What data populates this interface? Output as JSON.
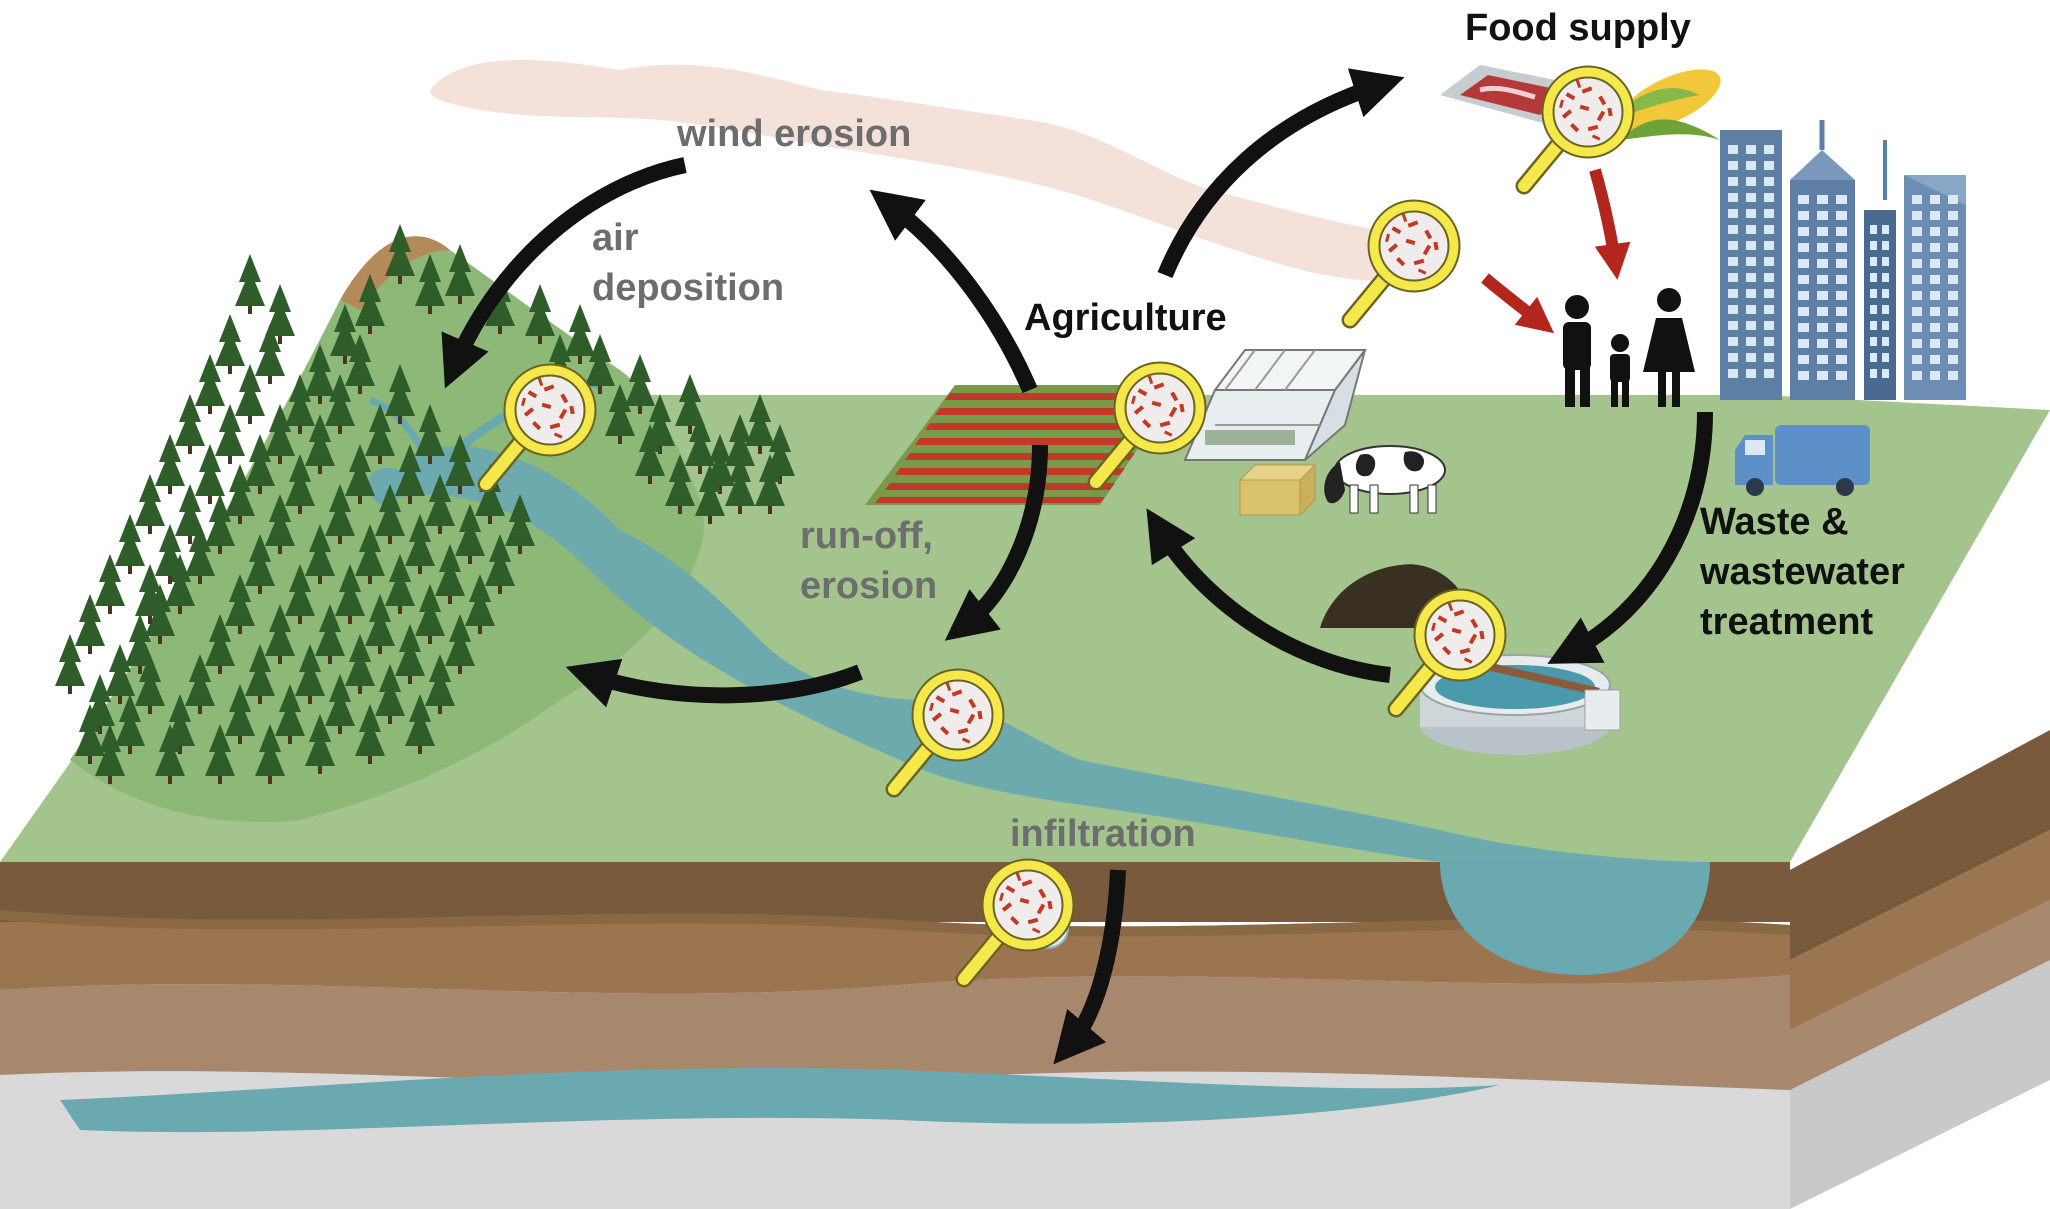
{
  "labels": {
    "food_supply": "Food supply",
    "wind_erosion": "wind erosion",
    "air_deposition_line1": "air",
    "air_deposition_line2": "deposition",
    "agriculture": "Agriculture",
    "runoff_line1": "run-off,",
    "runoff_line2": "erosion",
    "waste_line1": "Waste &",
    "waste_line2": "wastewater",
    "waste_line3": "treatment",
    "infiltration": "infiltration"
  },
  "colors": {
    "ground_surface": "#a3c48c",
    "river": "#6aa9b0",
    "soil_top": "#7a5a3c",
    "soil_mid": "#9a7550",
    "soil_deep": "#a8886c",
    "bedrock": "#d9d9d9",
    "forest": "#2f5d2a",
    "dust_cloud": "#f2dcd3",
    "arrow": "#111111",
    "human_exposure_arrow": "#b3261e",
    "magnifier_frame": "#f5e84a",
    "particle": "#c23a24",
    "city": "#5d7fa6"
  },
  "icons": [
    "magnifier-icon",
    "meat-tray-icon",
    "corn-icon",
    "people-icon",
    "city-buildings-icon",
    "garbage-truck-icon",
    "greenhouse-icon",
    "cow-icon",
    "hay-bale-icon",
    "compost-pile-icon",
    "wastewater-tank-icon",
    "water-drop-icon",
    "tree-icon"
  ]
}
